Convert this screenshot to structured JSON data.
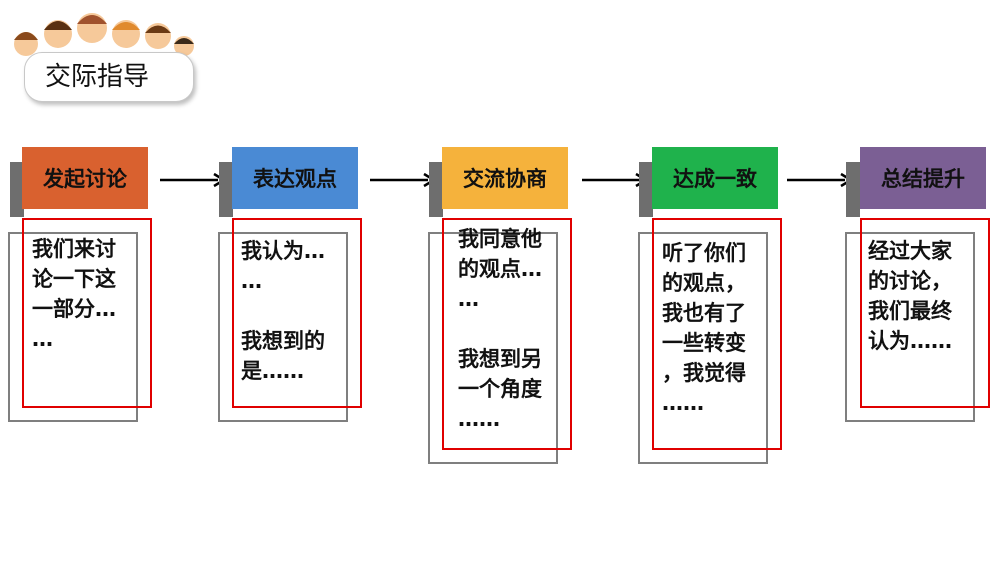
{
  "header": {
    "title": "交际指导",
    "image": "cartoon-children-icon"
  },
  "stages": [
    {
      "label": "发起讨论",
      "color": "#d9612f",
      "text": "我们来讨\n论一下这\n一部分…\n…"
    },
    {
      "label": "表达观点",
      "color": "#4a8ad4",
      "text": "我认为…\n…\n\n我想到的\n是……"
    },
    {
      "label": "交流协商",
      "color": "#f5b23c",
      "text": "我同意他\n的观点…\n…\n\n我想到另\n一个角度\n……"
    },
    {
      "label": "达成一致",
      "color": "#1fb24c",
      "text": "听了你们\n的观点，\n我也有了\n一些转变\n，我觉得\n……"
    },
    {
      "label": "总结提升",
      "color": "#7b5f94",
      "text": "经过大家\n的讨论，\n我们最终\n认为……"
    }
  ]
}
